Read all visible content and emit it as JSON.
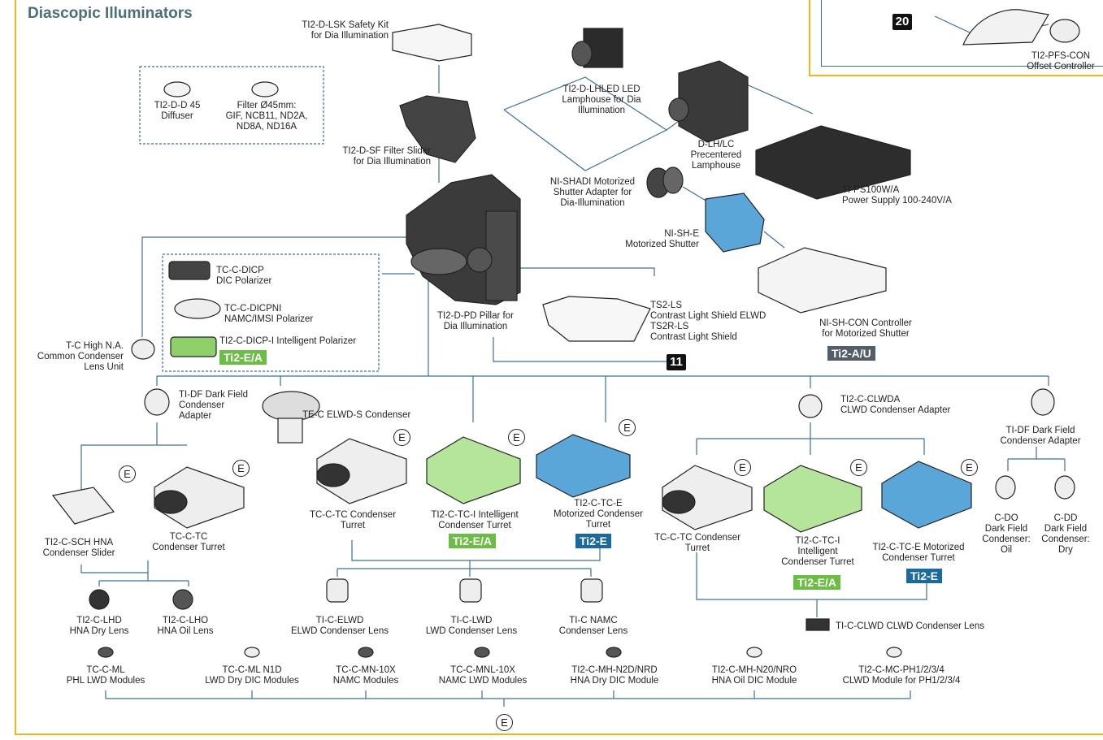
{
  "title": "Diascopic Illuminators",
  "colors": {
    "frame": "#e8b820",
    "green_badge": "#6cbd45",
    "blue_badge": "#1a6aa0",
    "gray_badge": "#555d66",
    "green_part": "#8fd06a",
    "blue_part": "#5aa6d8"
  },
  "inset": {
    "number": "20",
    "controller": [
      "TI2-PFS-CON",
      "Offset Controller"
    ]
  },
  "items": {
    "safety_kit": [
      "TI2-D-LSK Safety Kit",
      "for Dia Illumination"
    ],
    "diffuser": [
      "TI2-D-D 45",
      "Diffuser"
    ],
    "filter": [
      "Filter Ø45mm:",
      "GIF, NCB11, ND2A,",
      "ND8A, ND16A"
    ],
    "filter_slider": [
      "TI2-D-SF Filter Slider",
      "for Dia Illumination"
    ],
    "lhled": [
      "TI2-D-LHLED LED",
      "Lamphouse for Dia",
      "Illumination"
    ],
    "dlh": [
      "D-LH/LC",
      "Precentered",
      "Lamphouse"
    ],
    "power": [
      "TI-PS100W/A",
      "Power Supply 100-240V/A"
    ],
    "shadi": [
      "NI-SHADI Motorized",
      "Shutter Adapter for",
      "Dia-Illumination"
    ],
    "shutter": [
      "NI-SH-E",
      "Motorized Shutter"
    ],
    "shcon": [
      "NI-SH-CON Controller",
      "for Motorized Shutter"
    ],
    "shcon_badge": "Ti2-A/U",
    "dicp": [
      "TC-C-DICP",
      "DIC Polarizer"
    ],
    "dicpni": [
      "TC-C-DICPNI",
      "NAMC/IMSI Polarizer"
    ],
    "dicpi": [
      "TI2-C-DICP-I Intelligent Polarizer"
    ],
    "dicpi_badge": "Ti2-E/A",
    "common_cond": [
      "T-C High N.A.",
      "Common Condenser",
      "Lens Unit"
    ],
    "pillar": [
      "TI2-D-PD Pillar for",
      "Dia Illumination"
    ],
    "shield": [
      "TS2-LS",
      "Contrast Light Shield ELWD",
      "TS2R-LS",
      "Contrast Light Shield"
    ],
    "shield_num": "11",
    "df_adapter_left": [
      "TI-DF Dark Field",
      "Condenser",
      "Adapter"
    ],
    "elwd_s": [
      "TE-C ELWD-S Condenser"
    ],
    "clwda": [
      "TI2-C-CLWDA",
      "CLWD Condenser Adapter"
    ],
    "df_adapter_right": [
      "TI-DF Dark Field",
      "Condenser Adapter"
    ],
    "sch": [
      "TI2-C-SCH HNA",
      "Condenser Slider"
    ],
    "tc_left": [
      "TC-C-TC",
      "Condenser Turret"
    ],
    "tc_mid": [
      "TC-C-TC Condenser",
      "Turret"
    ],
    "tci_mid": [
      "TI2-C-TC-I Intelligent",
      "Condenser Turret"
    ],
    "tci_mid_badge": "Ti2-E/A",
    "tce_mid": [
      "TI2-C-TC-E",
      "Motorized Condenser",
      "Turret"
    ],
    "tce_mid_badge": "Ti2-E",
    "tc_right": [
      "TC-C-TC Condenser",
      "Turret"
    ],
    "tci_right": [
      "TI2-C-TC-I",
      "Intelligent",
      "Condenser Turret"
    ],
    "tci_right_badge": "Ti2-E/A",
    "tce_right": [
      "TI2-C-TC-E Motorized",
      "Condenser Turret"
    ],
    "tce_right_badge": "Ti2-E",
    "cdo": [
      "C-DO",
      "Dark Field",
      "Condenser:",
      "Oil"
    ],
    "cdd": [
      "C-DD",
      "Dark Field",
      "Condenser:",
      "Dry"
    ],
    "lhd": [
      "TI2-C-LHD",
      "HNA Dry Lens"
    ],
    "lho": [
      "TI2-C-LHO",
      "HNA Oil Lens"
    ],
    "elwd_lens": [
      "TI-C-ELWD",
      "ELWD Condenser Lens"
    ],
    "lwd_lens": [
      "TI-C-LWD",
      "LWD Condenser Lens"
    ],
    "namc_lens": [
      "TI-C NAMC",
      "Condenser Lens"
    ],
    "clwd_lens": [
      "TI-C-CLWD CLWD Condenser Lens"
    ],
    "ml": [
      "TC-C-ML",
      "PHL LWD Modules"
    ],
    "mln1d": [
      "TC-C-ML N1D",
      "LWD Dry DIC Modules"
    ],
    "mn10x": [
      "TC-C-MN-10X",
      "NAMC Modules"
    ],
    "mnl10x": [
      "TC-C-MNL-10X",
      "NAMC LWD Modules"
    ],
    "mhn2d": [
      "TI2-C-MH-N2D/NRD",
      "HNA Dry DIC Module"
    ],
    "mhn20": [
      "TI2-C-MH-N20/NRO",
      "HNA Oil DIC Module"
    ],
    "mcph": [
      "TI2-C-MC-PH1/2/3/4",
      "CLWD Module for PH1/2/3/4"
    ],
    "e_mark": "E"
  }
}
